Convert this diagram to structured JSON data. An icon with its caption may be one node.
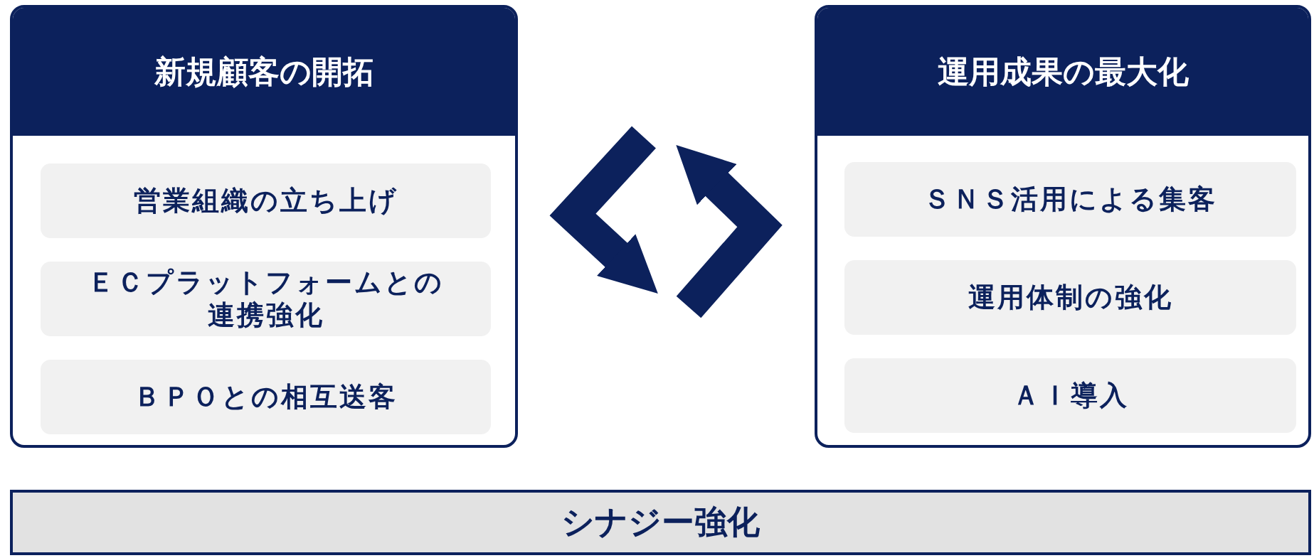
{
  "diagram": {
    "nodes": [
      {
        "text": [
          "新規顧客の開拓"
        ]
      },
      {
        "text": [
          "営業組織の立ち上げ"
        ],
        "in": 0
      },
      {
        "text": [
          "ＥＣプラットフォームとの連携強化"
        ],
        "in": 0
      },
      {
        "text": [
          "ＢＰＯとの相互送客"
        ],
        "in": 0
      },
      {
        "text": [
          "運用成果の最大化"
        ]
      },
      {
        "text": [
          "ＳＮＳ活用による集客"
        ],
        "in": 4
      },
      {
        "text": [
          "運用体制の強化"
        ],
        "in": 4
      },
      {
        "text": [
          "ＡＩ導入"
        ],
        "in": 4
      },
      {
        "text": [
          "シナジー強化"
        ]
      }
    ]
  }
}
